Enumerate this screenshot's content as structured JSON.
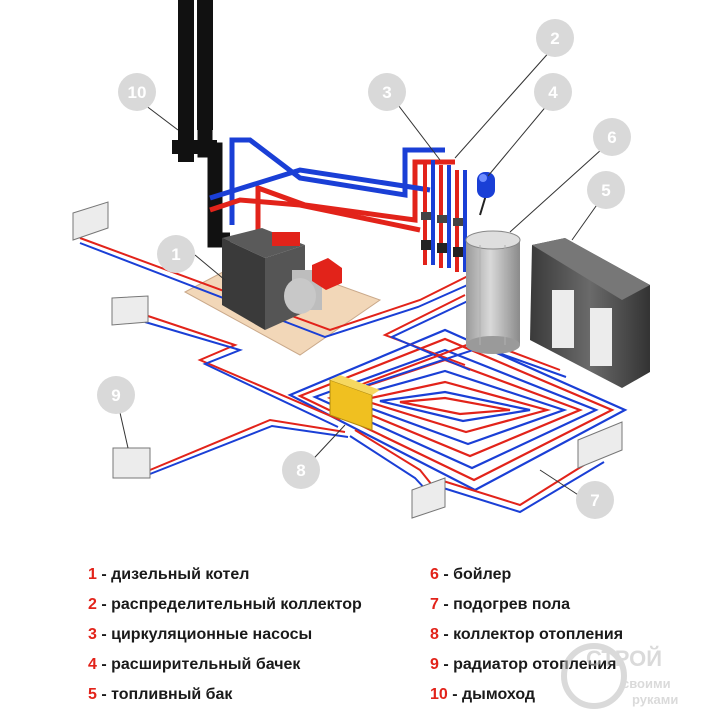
{
  "callouts": [
    "1",
    "2",
    "3",
    "4",
    "5",
    "6",
    "7",
    "8",
    "9",
    "10"
  ],
  "legend": [
    {
      "num": "1",
      "sep": " - ",
      "text": "дизельный  котел"
    },
    {
      "num": "2",
      "sep": " - ",
      "text": "распределительный коллектор"
    },
    {
      "num": "3",
      "sep": " - ",
      "text": "циркуляционные насосы"
    },
    {
      "num": "4",
      "sep": " - ",
      "text": "расширительный бачек"
    },
    {
      "num": "5",
      "sep": " - ",
      "text": "топливный бак"
    },
    {
      "num": "6",
      "sep": " - ",
      "text": "бойлер"
    },
    {
      "num": "7",
      "sep": " - ",
      "text": "подогрев пола"
    },
    {
      "num": "8",
      "sep": " - ",
      "text": "коллектор отопления"
    },
    {
      "num": "9",
      "sep": " - ",
      "text": "радиатор отопления"
    },
    {
      "num": "10",
      "sep": " - ",
      "text": "дымоход"
    }
  ],
  "watermark": {
    "line1": "СТРОЙ",
    "line2": "своими",
    "line3": "руками"
  },
  "colors": {
    "hot": "#e2231a",
    "cold": "#1a3fd6",
    "callout": "#d9d9d9",
    "metal": "#4a4a4a",
    "tank": "#c8c8c8",
    "base": "#f2d7b8",
    "collector": "#f0c020"
  }
}
